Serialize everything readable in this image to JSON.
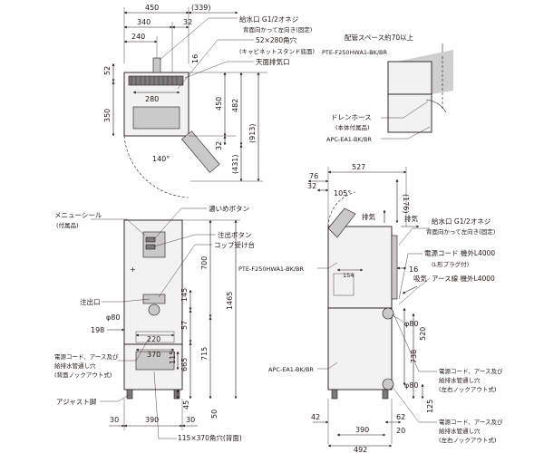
{
  "top_view": {
    "d450": "450",
    "d339": "(339)",
    "d340": "340",
    "d32a": "32",
    "d240": "240",
    "d16": "16",
    "d52": "52",
    "d280": "280",
    "d350": "350",
    "d450v": "450",
    "d482": "482",
    "d913": "(913)",
    "d32b": "32",
    "d431": "(431)",
    "d140": "140°",
    "water_inlet": "給水口 G1/2オネジ",
    "water_inlet_note": "背面向かって左向き(固定)",
    "square_hole": "52×280角穴",
    "square_hole_note": "(キャビネットスタンド底面)",
    "top_exhaust": "天面排気口"
  },
  "side_small": {
    "pipe_space": "配管スペース約70以上",
    "model_top": "PTE-F250HWA1-BK/BR",
    "drain_hose": "ドレンホース",
    "drain_hose_note": "(本体付属品)",
    "model_bottom": "APC-EA1-BK/BR"
  },
  "front_view": {
    "menu_seal": "メニューシール",
    "menu_seal_note": "(付属品)",
    "strong_button": "濃いめボタン",
    "dispense_button": "注出ボタン",
    "cup_stand": "コップ受け台",
    "spout": "注出口",
    "hole": "φ80",
    "d198": "198",
    "d700": "700",
    "d145": "145",
    "d1465": "1465",
    "d57": "57",
    "d220": "220",
    "d715": "715",
    "d665": "665",
    "d115": "115",
    "d370": "370",
    "d45": "45",
    "d50": "50",
    "d30l": "30",
    "d390": "390",
    "d30r": "30",
    "cord_note1": "電源コード、アース及び",
    "cord_note2": "給排水管通し穴",
    "cord_note3": "(背面ノックアウト式)",
    "adjuster": "アジャスト脚",
    "back_hole": "115×370角穴(背面)"
  },
  "side_view": {
    "d527": "527",
    "d76": "76",
    "d32": "32",
    "d105": "105°",
    "d176": "(176)",
    "exhaust1": "排気",
    "exhaust2": "排気",
    "water_inlet": "給水口 G1/2オネジ",
    "water_inlet_note": "背面向かって左向き(固定)",
    "power_cord": "電源コード 機外L4000",
    "power_cord_note": "(L形プラグ付)",
    "intake": "吸気",
    "earth": "アース線 機外L4000",
    "model_top": "PTE-F250HWA1-BK/BR",
    "d154": "154",
    "d16": "16",
    "hole1": "φ80",
    "d520": "520",
    "d738": "738",
    "hole2": "φ80",
    "model_bottom": "APC-EA1-BK/BR",
    "d125": "125",
    "cord_left1": "電源コード、アース及び",
    "cord_left2": "給排水管通し穴",
    "cord_left3": "(左右ノックアウト式)",
    "d42": "42",
    "d62": "62",
    "d390": "390",
    "d20": "20",
    "d492": "492",
    "cord_right1": "電源コード、アース及び",
    "cord_right2": "給排水管通し穴",
    "cord_right3": "(左右ノックアウト式)"
  }
}
